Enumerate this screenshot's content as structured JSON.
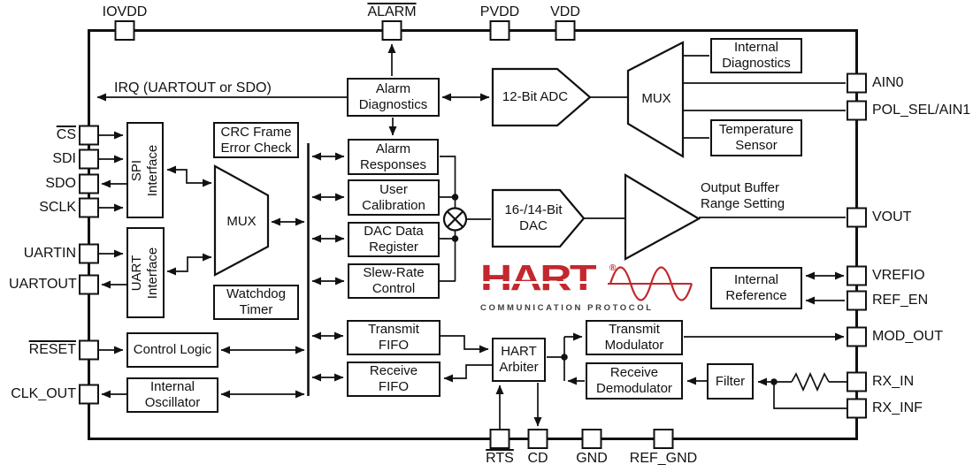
{
  "pins": {
    "iovdd": "IOVDD",
    "alarm": "ALARM",
    "pvdd": "PVDD",
    "vdd": "VDD",
    "cs": "CS",
    "sdi": "SDI",
    "sdo": "SDO",
    "sclk": "SCLK",
    "uartin": "UARTIN",
    "uartout": "UARTOUT",
    "reset": "RESET",
    "clk_out": "CLK_OUT",
    "ain0": "AIN0",
    "pol_sel_ain1": "POL_SEL/AIN1",
    "vout": "VOUT",
    "vrefio": "VREFIO",
    "ref_en": "REF_EN",
    "mod_out": "MOD_OUT",
    "rx_in": "RX_IN",
    "rx_inf": "RX_INF",
    "rts": "RTS",
    "cd": "CD",
    "gnd": "GND",
    "ref_gnd": "REF_GND"
  },
  "blocks": {
    "spi_interface": [
      "SPI",
      "Interface"
    ],
    "uart_interface": [
      "UART",
      "Interface"
    ],
    "crc": [
      "CRC Frame",
      "Error Check"
    ],
    "mux": [
      "MUX"
    ],
    "watchdog": [
      "Watchdog",
      "Timer"
    ],
    "control_logic": [
      "Control Logic"
    ],
    "internal_oscillator": [
      "Internal",
      "Oscillator"
    ],
    "alarm_diagnostics": [
      "Alarm",
      "Diagnostics"
    ],
    "alarm_responses": [
      "Alarm",
      "Responses"
    ],
    "user_calibration": [
      "User",
      "Calibration"
    ],
    "dac_data_register": [
      "DAC Data",
      "Register"
    ],
    "slew_rate_control": [
      "Slew-Rate",
      "Control"
    ],
    "transmit_fifo": [
      "Transmit",
      "FIFO"
    ],
    "receive_fifo": [
      "Receive",
      "FIFO"
    ],
    "hart_arbiter": [
      "HART",
      "Arbiter"
    ],
    "transmit_modulator": [
      "Transmit",
      "Modulator"
    ],
    "receive_demodulator": [
      "Receive",
      "Demodulator"
    ],
    "filter": [
      "Filter"
    ],
    "adc": [
      "12-Bit ADC"
    ],
    "dac": [
      "16-/14-Bit",
      "DAC"
    ],
    "internal_diagnostics": [
      "Internal",
      "Diagnostics"
    ],
    "temperature_sensor": [
      "Temperature",
      "Sensor"
    ],
    "internal_reference": [
      "Internal",
      "Reference"
    ]
  },
  "annotations": {
    "irq": "IRQ (UARTOUT or SDO)",
    "output_buffer": [
      "Output Buffer",
      "Range Setting"
    ]
  },
  "logo": {
    "word": "HART",
    "reg": "®",
    "subtitle": "COMMUNICATION PROTOCOL",
    "red": "#C2282D"
  },
  "colors": {
    "line": "#111111",
    "background": "#ffffff",
    "logo_red": "#C2282D"
  }
}
